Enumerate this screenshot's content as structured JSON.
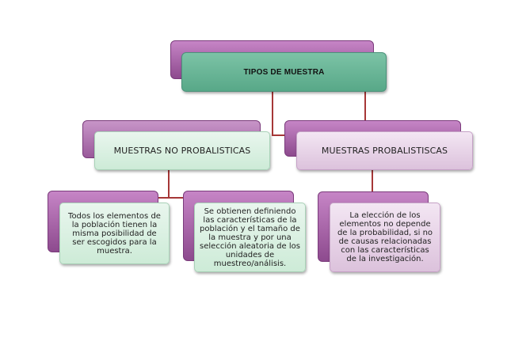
{
  "diagram": {
    "root": {
      "label": "TIPOS DE MUESTRA"
    },
    "branches": [
      {
        "label": "MUESTRAS NO PROBALISTICAS",
        "children": [
          {
            "text": "Todos los elementos de la población tienen la misma posibilidad de ser escogidos para la muestra."
          },
          {
            "text": "Se obtienen definiendo las características de la población y el tamaño de la muestra y por una selección aleatoria de los unidades de muestreo/análisis."
          }
        ]
      },
      {
        "label": "MUESTRAS PROBALISTISCAS",
        "children": [
          {
            "text": "La elección de los elementos  no depende de la probabilidad, si no de causas relacionadas con las características de la investigación."
          }
        ]
      }
    ],
    "colors": {
      "connector": "#a63737",
      "root_fill": "#68b595",
      "mint_fill": "#d9efe1",
      "lavender_fill": "#e6d1e6",
      "purple_back": "#a868a9"
    }
  }
}
